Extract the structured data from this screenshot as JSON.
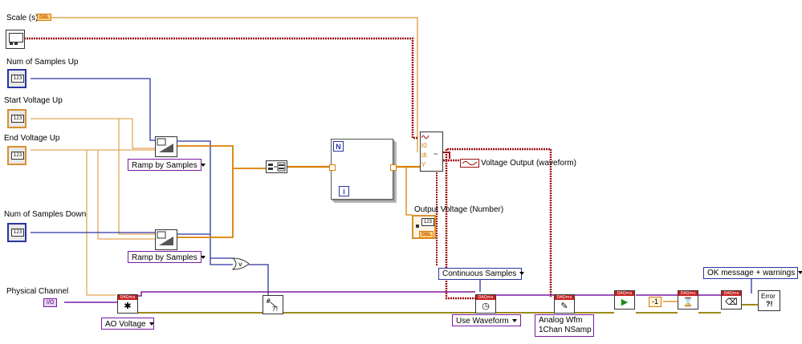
{
  "labels": {
    "scale": "Scale (s)",
    "num_samples_up": "Num of Samples Up",
    "start_voltage_up": "Start Voltage Up",
    "end_voltage_up": "End Voltage Up",
    "num_samples_down": "Num of Samples Down",
    "physical_channel": "Physical Channel",
    "voltage_output_waveform": "Voltage Output (waveform)",
    "output_voltage_number": "Output Voltage (Number)"
  },
  "terminal_tags": {
    "dbl": "DBL",
    "i32_display": "123",
    "io": "I/O"
  },
  "loop": {
    "count_terminal": "N",
    "iteration_terminal": "i"
  },
  "rings": {
    "ramp_up": "Ramp by Samples",
    "ramp_down": "Ramp by Samples",
    "ao_voltage": "AO Voltage",
    "use_waveform": "Use Waveform",
    "analog_wfm": "Analog Wfm\n1Chan NSamp"
  },
  "enums": {
    "continuous_samples": "Continuous Samples",
    "ok_message": "OK message + warnings"
  },
  "constants": {
    "minus_one": "-1"
  },
  "build_waveform_terms": [
    "t0",
    "dt",
    "Y"
  ],
  "daqmx_band": "DAQmx",
  "error_label": "Error"
}
